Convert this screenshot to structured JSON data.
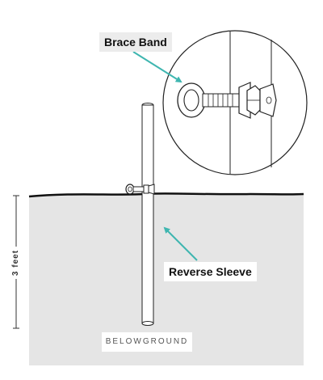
{
  "labels": {
    "brace_band": "Brace Band",
    "reverse_sleeve": "Reverse Sleeve",
    "belowground": "BELOWGROUND",
    "depth": "3 feet"
  },
  "colors": {
    "ground_fill": "#e5e5e5",
    "callout_arrow": "#3fb6b0",
    "outline": "#222222",
    "label_bg": "#ececec"
  }
}
